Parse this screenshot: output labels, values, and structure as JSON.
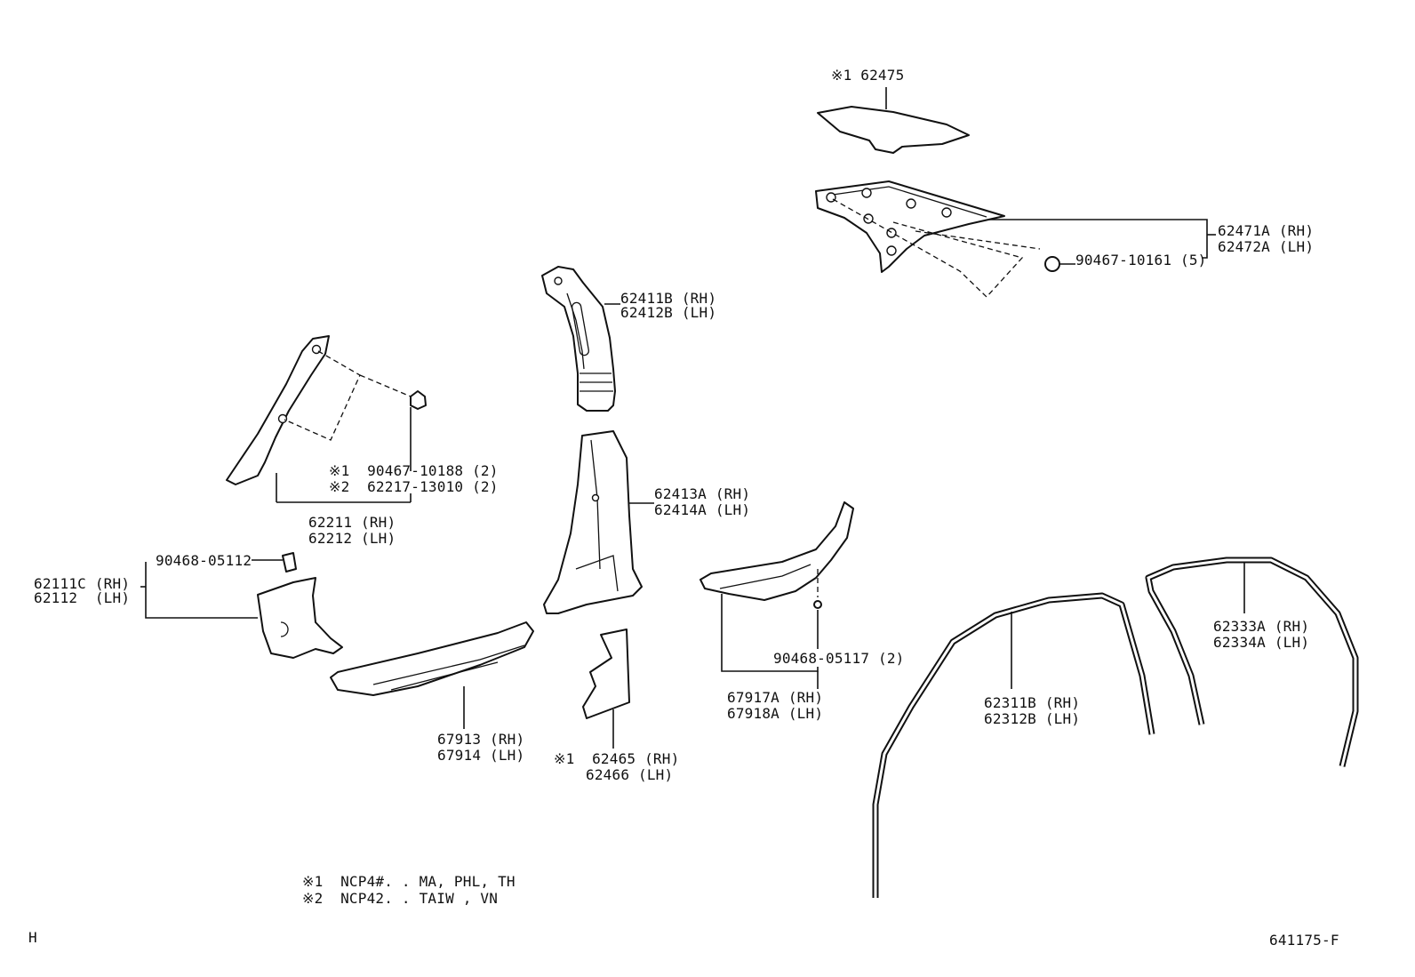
{
  "labels": {
    "p62475": "※1 62475",
    "p62471a": "62471A (RH)",
    "p62472a": "62472A (LH)",
    "p9046710161": "90467-10161 (5)",
    "p62411b": "62411B (RH)",
    "p62412b": "62412B (LH)",
    "n1_9046710188": "※1  90467-10188 (2)",
    "n2_6221713010": "※2  62217-13010 (2)",
    "p62211": "62211 (RH)",
    "p62212": "62212 (LH)",
    "p9046805112": "90468-05112",
    "p62111c": "62111C (RH)",
    "p62112": "62112  (LH)",
    "p62413a": "62413A (RH)",
    "p62414a": "62414A (LH)",
    "p9046805117": "90468-05117 (2)",
    "p67917a": "67917A (RH)",
    "p67918a": "67918A (LH)",
    "p67913": "67913 (RH)",
    "p67914": "67914 (LH)",
    "p62465": "※1  62465 (RH)",
    "p62466": "62466 (LH)",
    "p62311b": "62311B (RH)",
    "p62312b": "62312B (LH)",
    "p62333a": "62333A (RH)",
    "p62334a": "62334A (LH)"
  },
  "notes": {
    "note1": "※1  NCP4#. . MA, PHL, TH",
    "note2": "※2  NCP42. . TAIW , VN"
  },
  "footer": {
    "left_mark": "H",
    "diagram_id": "641175-F"
  }
}
